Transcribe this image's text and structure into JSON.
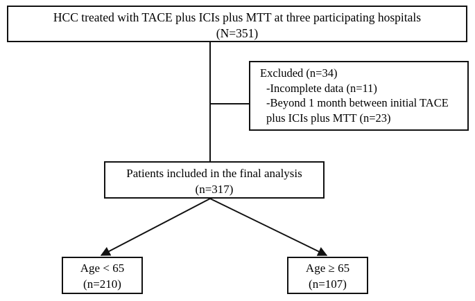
{
  "flowchart": {
    "top_box": {
      "line1": "HCC treated  with TACE plus ICIs plus MTT at three participating hospitals",
      "line2": "(N=351)"
    },
    "excluded_box": {
      "line1": "Excluded (n=34)",
      "line2": "-Incomplete data (n=11)",
      "line3": "-Beyond 1 month between initial TACE",
      "line4": "plus ICIs plus MTT (n=23)"
    },
    "included_box": {
      "line1": "Patients included in the final analysis",
      "line2": "(n=317)"
    },
    "left_group": {
      "line1": "Age < 65",
      "line2": "(n=210)"
    },
    "right_group": {
      "line1": "Age ≥ 65",
      "line2": "(n=107)"
    }
  },
  "colors": {
    "stroke": "#111111",
    "background": "#ffffff"
  }
}
